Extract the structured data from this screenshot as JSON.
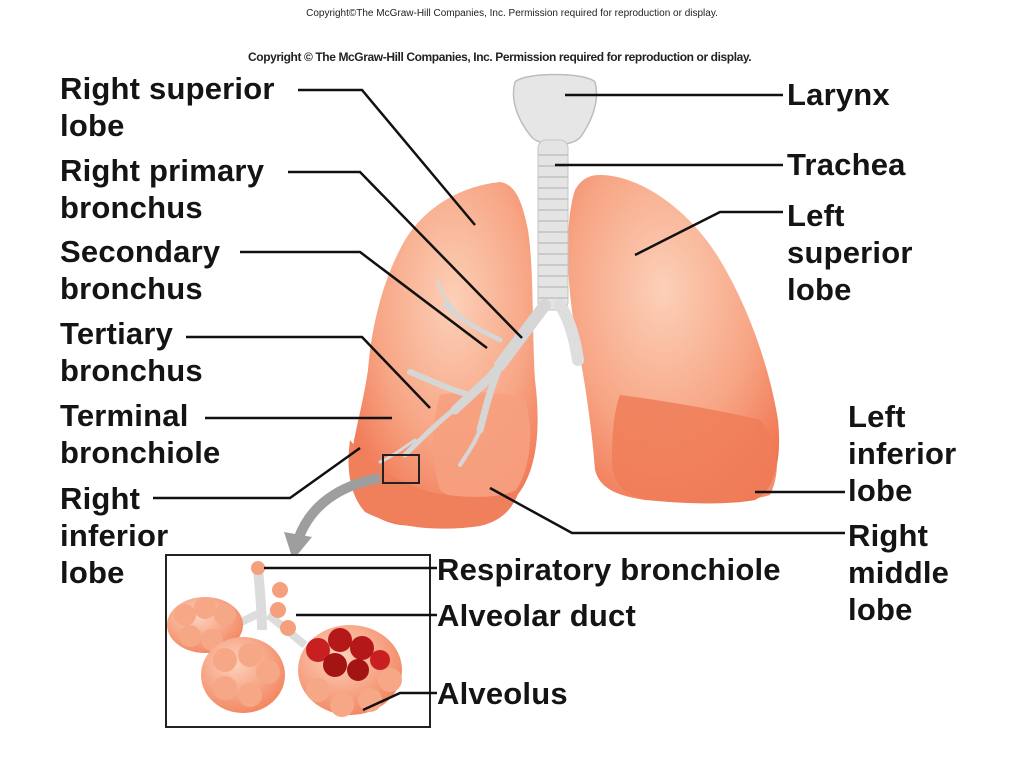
{
  "copyright": {
    "top": "Copyright©The McGraw-Hill Companies, Inc. Permission required for reproduction or display.",
    "inner": "Copyright © The McGraw-Hill Companies, Inc. Permission required for reproduction or display."
  },
  "labels": {
    "right_superior_lobe": [
      "Right superior",
      "lobe"
    ],
    "right_primary_bronchus": [
      "Right primary",
      "bronchus"
    ],
    "secondary_bronchus": [
      "Secondary",
      "bronchus"
    ],
    "tertiary_bronchus": [
      "Tertiary",
      "bronchus"
    ],
    "terminal_bronchiole": [
      "Terminal",
      "bronchiole"
    ],
    "right_inferior_lobe": [
      "Right",
      "inferior",
      "lobe"
    ],
    "larynx": [
      "Larynx"
    ],
    "trachea": [
      "Trachea"
    ],
    "left_superior_lobe": [
      "Left",
      "superior",
      "lobe"
    ],
    "left_inferior_lobe": [
      "Left",
      "inferior",
      "lobe"
    ],
    "right_middle_lobe": [
      "Right",
      "middle",
      "lobe"
    ],
    "respiratory_bronchiole": [
      "Respiratory bronchiole"
    ],
    "alveolar_duct": [
      "Alveolar duct"
    ],
    "alveolus": [
      "Alveolus"
    ]
  },
  "colors": {
    "lung": "#f59a7a",
    "lung_highlight": "#fbc7ad",
    "lung_shadow": "#ef5a3a",
    "airway": "#dcdcdc",
    "alveoli": "#f7a07c",
    "alveoli_dark": "#a31414",
    "leader_line": "#111111"
  }
}
